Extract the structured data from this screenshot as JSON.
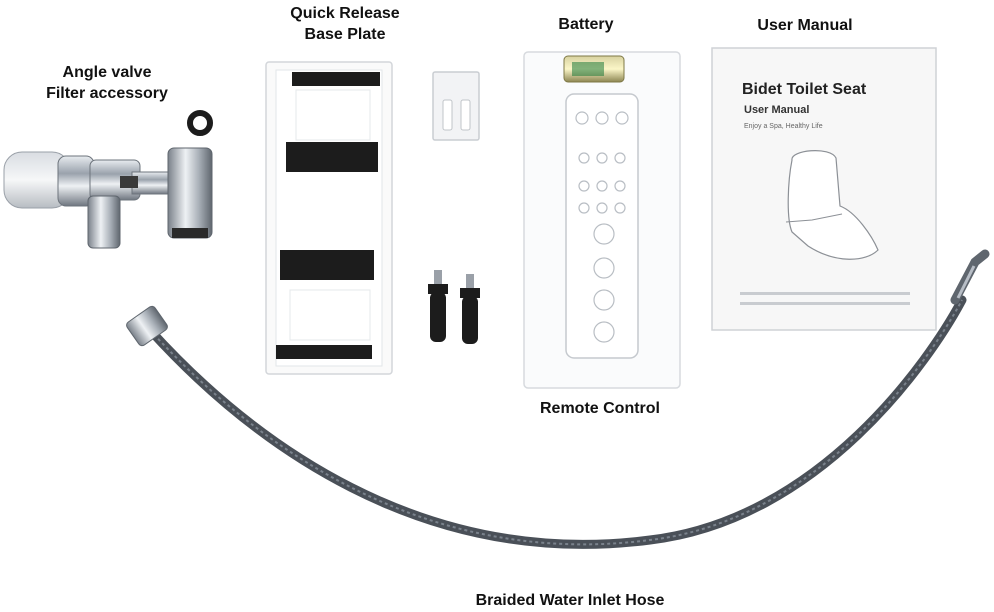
{
  "labels": {
    "angle_valve": [
      "Angle valve",
      "Filter accessory"
    ],
    "base_plate": [
      "Quick Release",
      "Base Plate"
    ],
    "battery": "Battery",
    "user_manual": "User Manual",
    "remote_control": "Remote Control",
    "hose": "Braided Water Inlet Hose"
  },
  "manual": {
    "title": "Bidet Toilet Seat",
    "subtitle": "User Manual",
    "tagline": "Enjoy a Spa, Healthy Life"
  },
  "colors": {
    "hose": "#4a5058",
    "chrome": "#b8bec6",
    "black": "#1c1c1c",
    "paper": "#f7f7f7"
  }
}
